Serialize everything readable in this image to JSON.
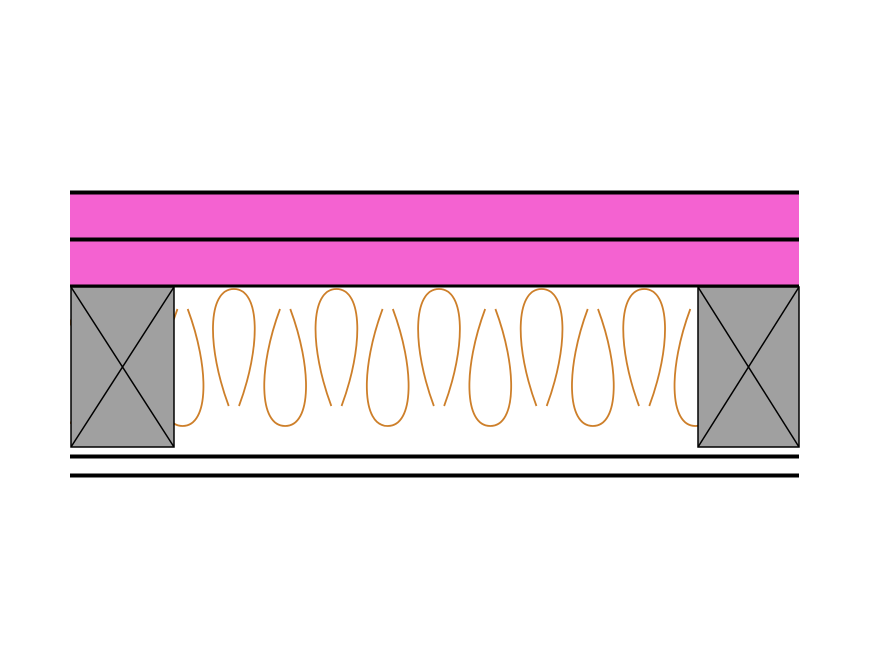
{
  "diagram": {
    "layers": [
      {
        "name": "board-layer-upper",
        "material": "plasterboard",
        "color": "#f462d1"
      },
      {
        "name": "board-layer-lower",
        "material": "plasterboard",
        "color": "#f462d1"
      },
      {
        "name": "insulation-layer",
        "material": "mineral-wool",
        "color": "#cd7f2a"
      },
      {
        "name": "timber-joists",
        "material": "timber-section",
        "color": "#a0a0a0",
        "count": 2
      },
      {
        "name": "lining-strips",
        "material": "thin-lining",
        "count": 2
      }
    ],
    "colors": {
      "board_fill": "#f462d1",
      "insulation_stroke": "#cd7f2a",
      "joist_fill": "#a0a0a0",
      "outline": "#000000",
      "background": "#ffffff"
    },
    "insulation_loops": 15
  }
}
